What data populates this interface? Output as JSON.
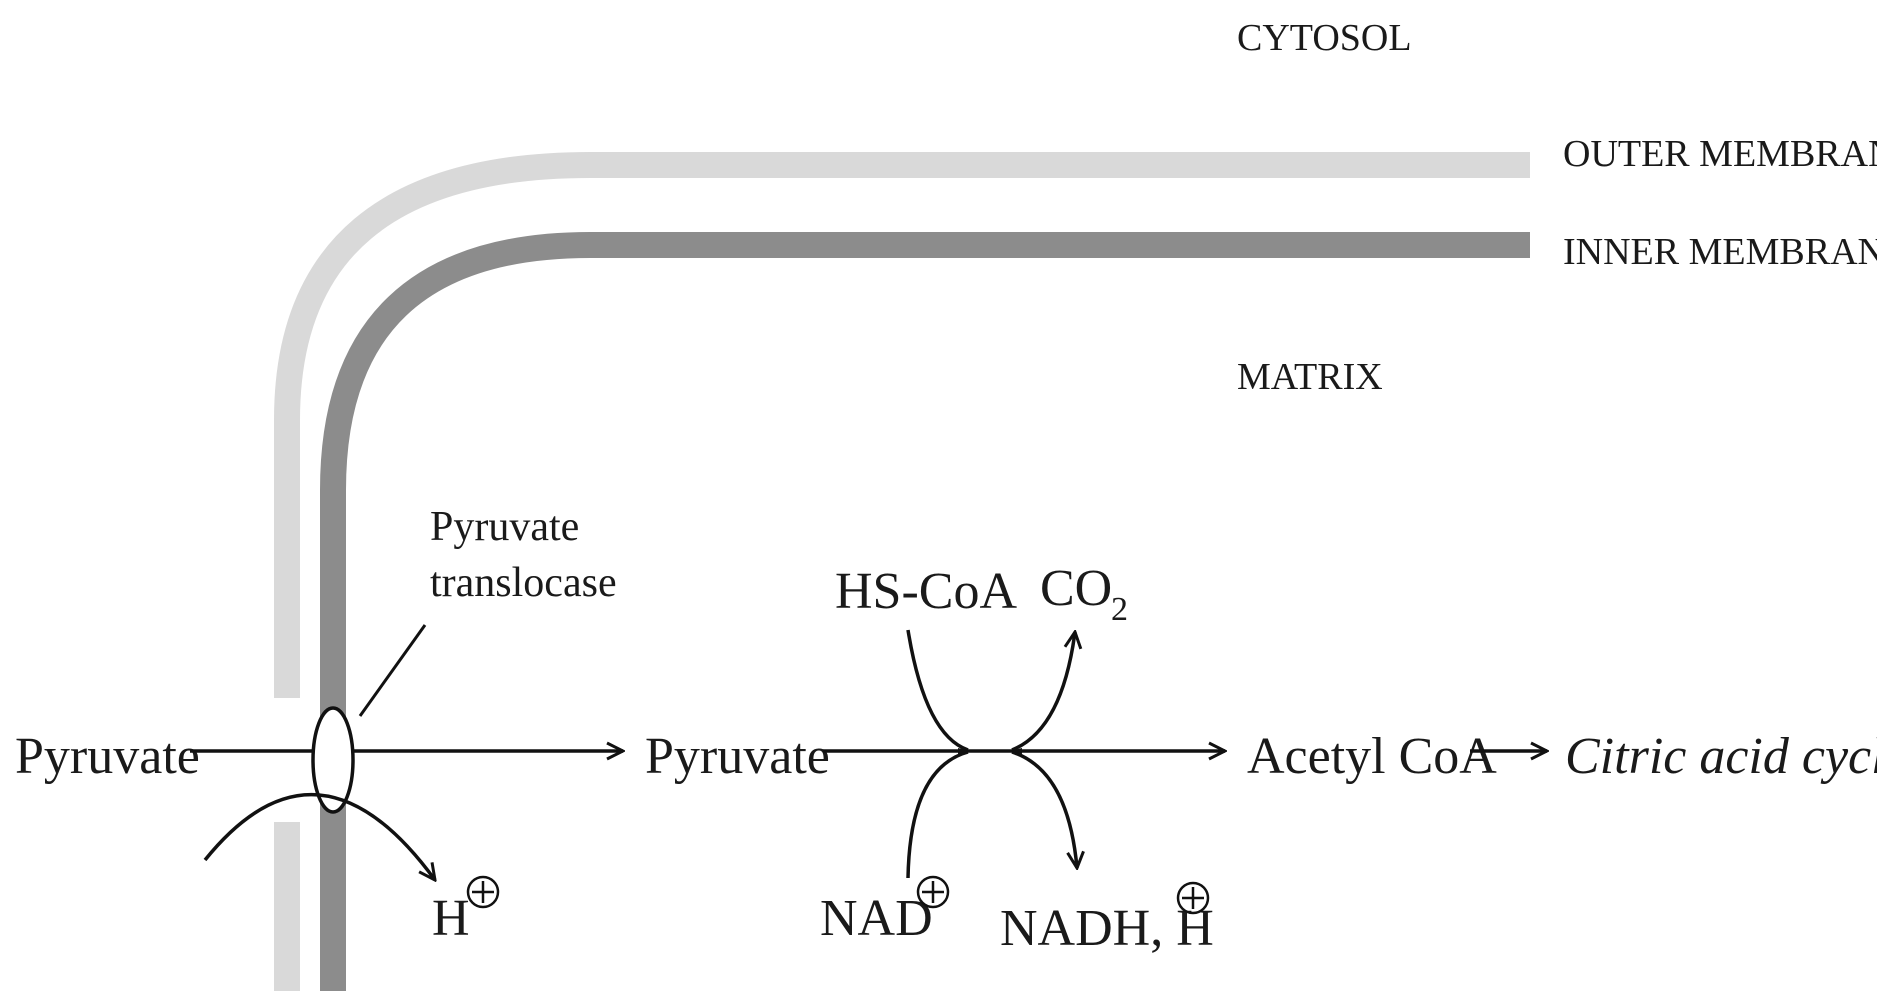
{
  "regions": {
    "cytosol": "CYTOSOL",
    "outer_membrane": "OUTER MEMBRANE",
    "inner_membrane": "INNER MEMBRANE",
    "matrix": "MATRIX"
  },
  "enzyme": {
    "line1": "Pyruvate",
    "line2": "translocase"
  },
  "molecules": {
    "pyruvate_cytosol": "Pyruvate",
    "pyruvate_matrix": "Pyruvate",
    "acetyl_coa": "Acetyl CoA",
    "citric_acid_cycle": "Citric acid cycle",
    "hs_coa": "HS-CoA",
    "co2": "CO",
    "co2_subscript": "2",
    "nad": "NAD",
    "nadh_h": "NADH, H",
    "h_plus": "H"
  },
  "colors": {
    "outer_membrane": "#d9d9d9",
    "inner_membrane": "#8c8c8c",
    "line": "#111111",
    "text": "#1a1a1a"
  }
}
